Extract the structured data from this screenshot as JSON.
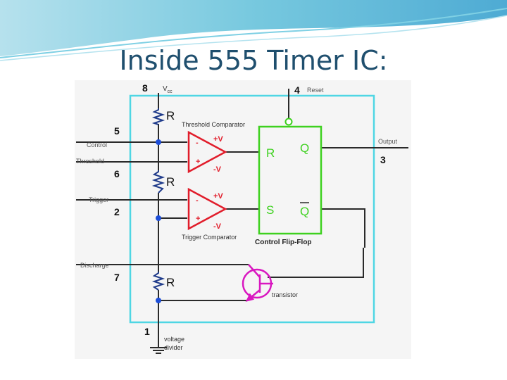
{
  "slide": {
    "title": "Inside 555 Timer IC:"
  },
  "colors": {
    "title": "#1f4f6e",
    "chip_outline": "#4fd6e4",
    "wire": "#2a2a2a",
    "resistor": "#1e3a8a",
    "node": "#1d4ed8",
    "comparator": "#e11d2b",
    "flip_flop": "#3ed11f",
    "transistor": "#d917c0",
    "header_band": "#5fbfd9"
  },
  "pins": {
    "vcc": {
      "number": "8",
      "label": "V",
      "subscript": "cc"
    },
    "reset": {
      "number": "4",
      "label": "Reset"
    },
    "control": {
      "number": "5",
      "label": "Control"
    },
    "threshold": {
      "number": "6",
      "label": "Threshold"
    },
    "trigger": {
      "number": "2",
      "label": "Trigger"
    },
    "output": {
      "number": "3",
      "label": "Output"
    },
    "discharge": {
      "number": "7",
      "label": "Discharge"
    },
    "ground": {
      "number": "1"
    }
  },
  "resistors": {
    "r1": "R",
    "r2": "R",
    "r3": "R"
  },
  "comparators": {
    "threshold": {
      "label": "Threshold Comparator",
      "pos_supply": "+V",
      "neg_supply": "-V",
      "minus": "-",
      "plus": "+"
    },
    "trigger": {
      "label": "Trigger Comparator",
      "pos_supply": "+V",
      "neg_supply": "-V",
      "minus": "-",
      "plus": "+"
    }
  },
  "flip_flop": {
    "label": "Control Flip-Flop",
    "r": "R",
    "s": "S",
    "q": "Q",
    "q_bar": "Q"
  },
  "transistor": {
    "label": "transistor"
  },
  "divider": {
    "label_line1": "voltage",
    "label_line2": "divider"
  }
}
